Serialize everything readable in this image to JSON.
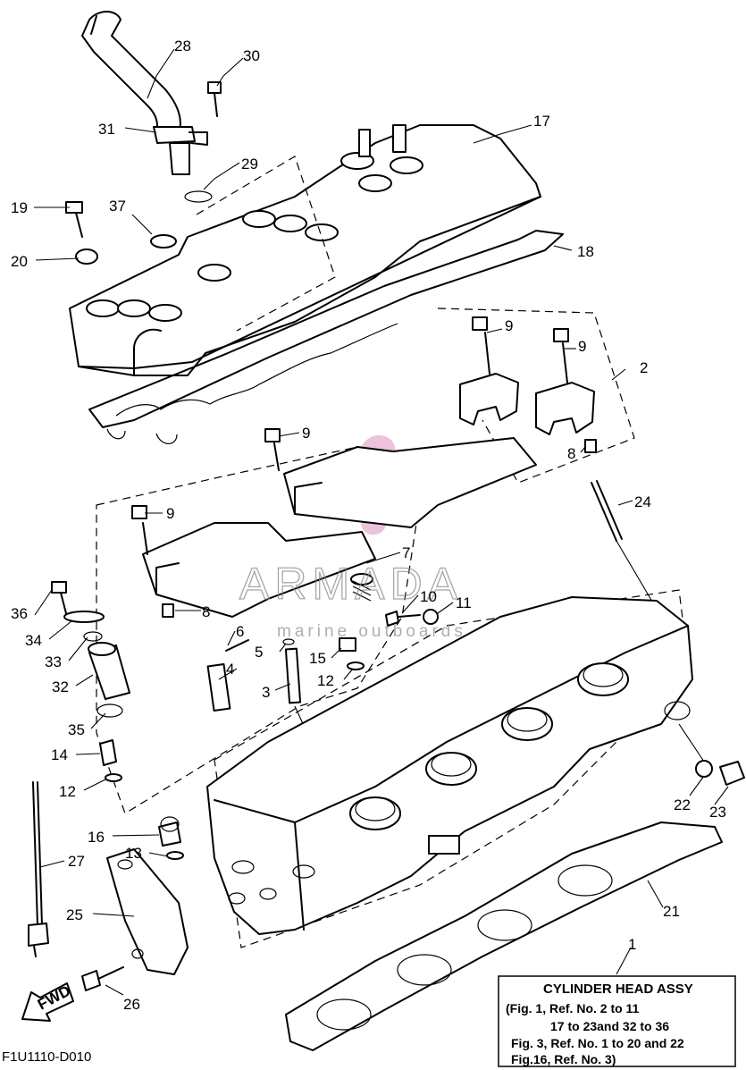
{
  "diagram_code": "F1U1110-D010",
  "fwd_label": "FWD",
  "watermark": {
    "brand": "ARMADA",
    "tagline": "marine outboards"
  },
  "legend": {
    "title": "CYLINDER HEAD ASSY",
    "lines": [
      "(Fig. 1, Ref. No. 2 to 11",
      "17 to 23and 32 to 36",
      "Fig. 3, Ref. No. 1 to 20 and 22",
      "Fig.16, Ref. No. 3)"
    ]
  },
  "callouts": [
    {
      "id": "c28",
      "text": "28"
    },
    {
      "id": "c30",
      "text": "30"
    },
    {
      "id": "c31",
      "text": "31"
    },
    {
      "id": "c17",
      "text": "17"
    },
    {
      "id": "c29",
      "text": "29"
    },
    {
      "id": "c19",
      "text": "19"
    },
    {
      "id": "c37",
      "text": "37"
    },
    {
      "id": "c20",
      "text": "20"
    },
    {
      "id": "c18",
      "text": "18"
    },
    {
      "id": "c9a",
      "text": "9"
    },
    {
      "id": "c9b",
      "text": "9"
    },
    {
      "id": "c2",
      "text": "2"
    },
    {
      "id": "c9c",
      "text": "9"
    },
    {
      "id": "c8a",
      "text": "8"
    },
    {
      "id": "c24",
      "text": "24"
    },
    {
      "id": "c9d",
      "text": "9"
    },
    {
      "id": "c7",
      "text": "7"
    },
    {
      "id": "c10",
      "text": "10"
    },
    {
      "id": "c11",
      "text": "11"
    },
    {
      "id": "c36",
      "text": "36"
    },
    {
      "id": "c8b",
      "text": "8"
    },
    {
      "id": "c34",
      "text": "34"
    },
    {
      "id": "c6",
      "text": "6"
    },
    {
      "id": "c5",
      "text": "5"
    },
    {
      "id": "c33",
      "text": "33"
    },
    {
      "id": "c15",
      "text": "15"
    },
    {
      "id": "c4",
      "text": "4"
    },
    {
      "id": "c12a",
      "text": "12"
    },
    {
      "id": "c3",
      "text": "3"
    },
    {
      "id": "c32",
      "text": "32"
    },
    {
      "id": "c35",
      "text": "35"
    },
    {
      "id": "c14",
      "text": "14"
    },
    {
      "id": "c12b",
      "text": "12"
    },
    {
      "id": "c22",
      "text": "22"
    },
    {
      "id": "c23",
      "text": "23"
    },
    {
      "id": "c16",
      "text": "16"
    },
    {
      "id": "c13",
      "text": "13"
    },
    {
      "id": "c27",
      "text": "27"
    },
    {
      "id": "c25",
      "text": "25"
    },
    {
      "id": "c21",
      "text": "21"
    },
    {
      "id": "c1",
      "text": "1"
    },
    {
      "id": "c26",
      "text": "26"
    }
  ]
}
